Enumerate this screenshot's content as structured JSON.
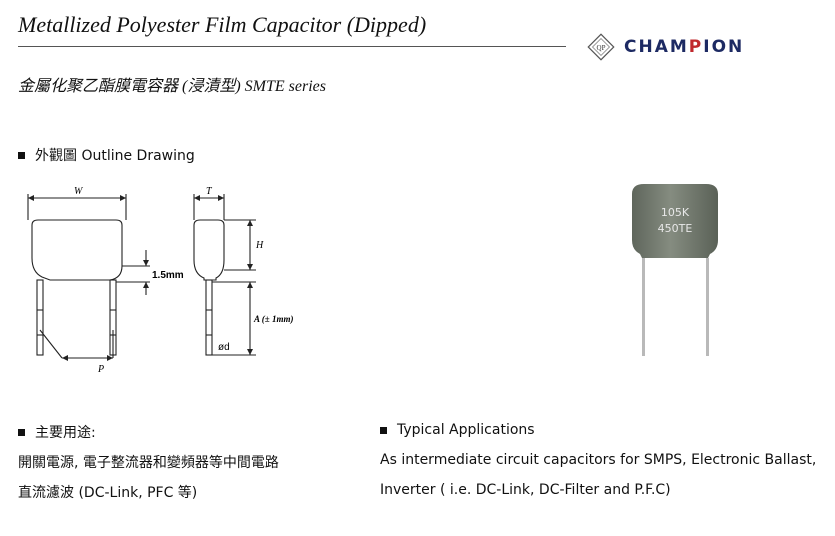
{
  "header": {
    "title": "Metallized Polyester Film Capacitor (Dipped)",
    "subtitle": "金屬化聚乙酯膜電容器 (浸漬型) SMTE series",
    "logo_mark": "QP",
    "logo_text_a": "CHAM",
    "logo_text_b": "P",
    "logo_text_c": "ION"
  },
  "outline": {
    "heading": "外觀圖  Outline Drawing",
    "labels": {
      "w": "W",
      "t": "T",
      "h": "H",
      "gap": "1.5mm",
      "a": "A (± 1mm)",
      "d": "ød",
      "p": "P"
    }
  },
  "photo": {
    "marking_line1": "105K",
    "marking_line2": "450TE"
  },
  "uses": {
    "heading": "主要用途:",
    "line1": "開關電源,  電子整流器和變頻器等中間電路",
    "line2": "直流濾波  (DC-Link, PFC 等)"
  },
  "applications": {
    "heading": "Typical Applications",
    "line1": "As intermediate circuit capacitors for SMPS, Electronic Ballast,",
    "line2": "Inverter ( i.e. DC-Link, DC-Filter and P.F.C)"
  },
  "colors": {
    "logo_blue": "#1d2a63",
    "logo_red": "#c0282d",
    "capacitor_body": "#767d72"
  }
}
